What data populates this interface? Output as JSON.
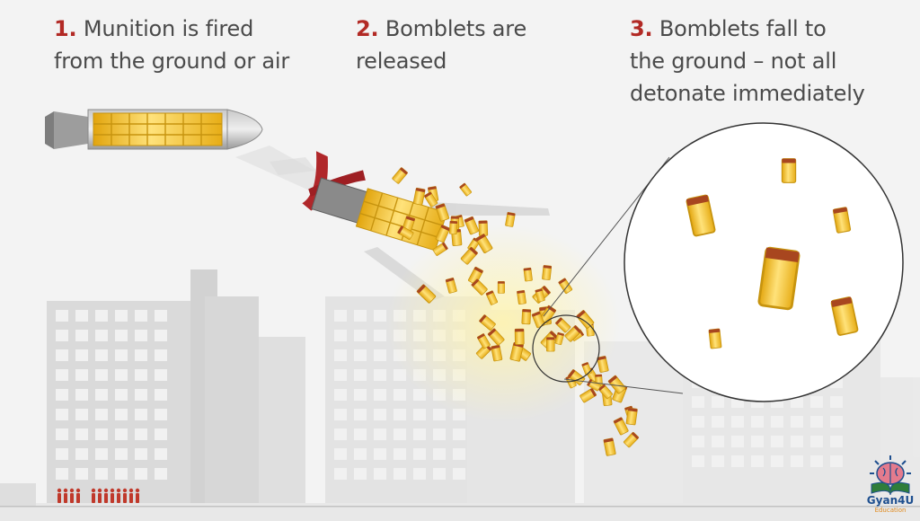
{
  "steps": [
    {
      "number": "1.",
      "line1": "Munition is fired",
      "line2": "from the ground or air"
    },
    {
      "number": "2.",
      "line1": "Bomblets are",
      "line2": "released"
    },
    {
      "number": "3.",
      "line1": "Bomblets fall to",
      "line2": "the ground – not all",
      "line3": "detonate immediately"
    }
  ],
  "logo": {
    "name": "Gyan4U",
    "tagline": "Education"
  },
  "colors": {
    "accent": "#b22a25",
    "bomblet": "#f2c12e",
    "bomblet_band": "#b8442a",
    "building": "#dcdcdc",
    "people": "#c0392b"
  }
}
